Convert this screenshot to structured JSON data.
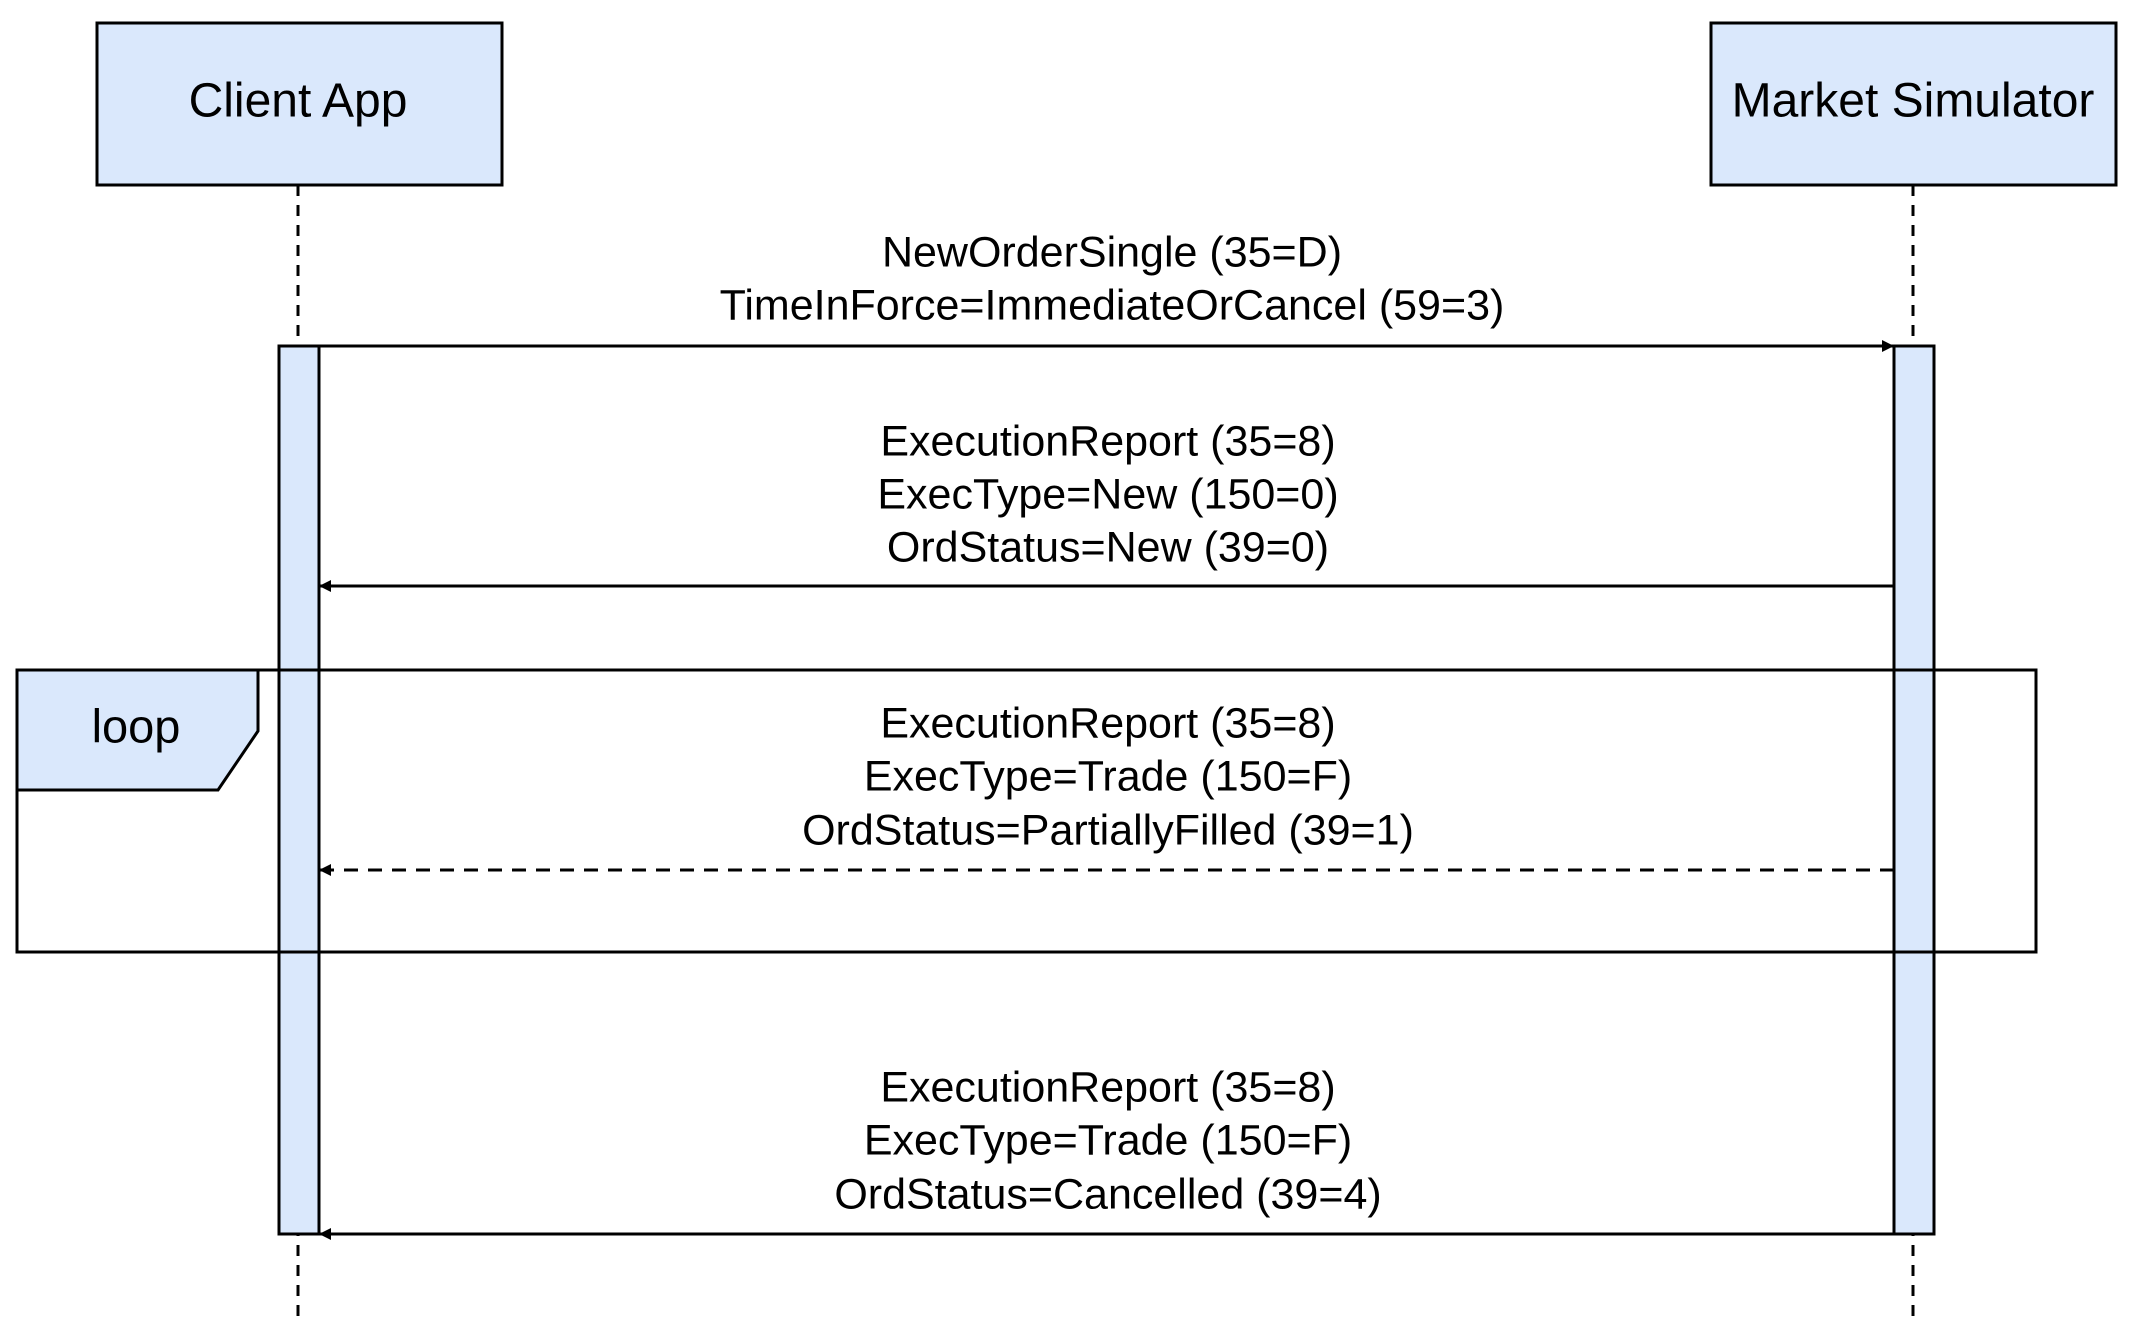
{
  "colors": {
    "box_fill": "#dae8fc",
    "stroke": "#000000",
    "background": "#ffffff"
  },
  "participants": [
    {
      "id": "client",
      "label": "Client App"
    },
    {
      "id": "market",
      "label": "Market Simulator"
    }
  ],
  "messages": [
    {
      "id": "new-order-single",
      "from": "client",
      "to": "market",
      "style": "solid",
      "lines": [
        "NewOrderSingle (35=D)",
        "TimeInForce=ImmediateOrCancel (59=3)"
      ]
    },
    {
      "id": "execution-report-new",
      "from": "market",
      "to": "client",
      "style": "solid",
      "lines": [
        "ExecutionReport (35=8)",
        "ExecType=New (150=0)",
        "OrdStatus=New (39=0)"
      ]
    },
    {
      "id": "execution-report-partial",
      "from": "market",
      "to": "client",
      "style": "dashed",
      "lines": [
        "ExecutionReport (35=8)",
        "ExecType=Trade (150=F)",
        "OrdStatus=PartiallyFilled (39=1)"
      ]
    },
    {
      "id": "execution-report-cancelled",
      "from": "market",
      "to": "client",
      "style": "solid",
      "lines": [
        "ExecutionReport (35=8)",
        "ExecType=Trade (150=F)",
        "OrdStatus=Cancelled (39=4)"
      ]
    }
  ],
  "frame": {
    "label": "loop",
    "contains": [
      "execution-report-partial"
    ]
  }
}
